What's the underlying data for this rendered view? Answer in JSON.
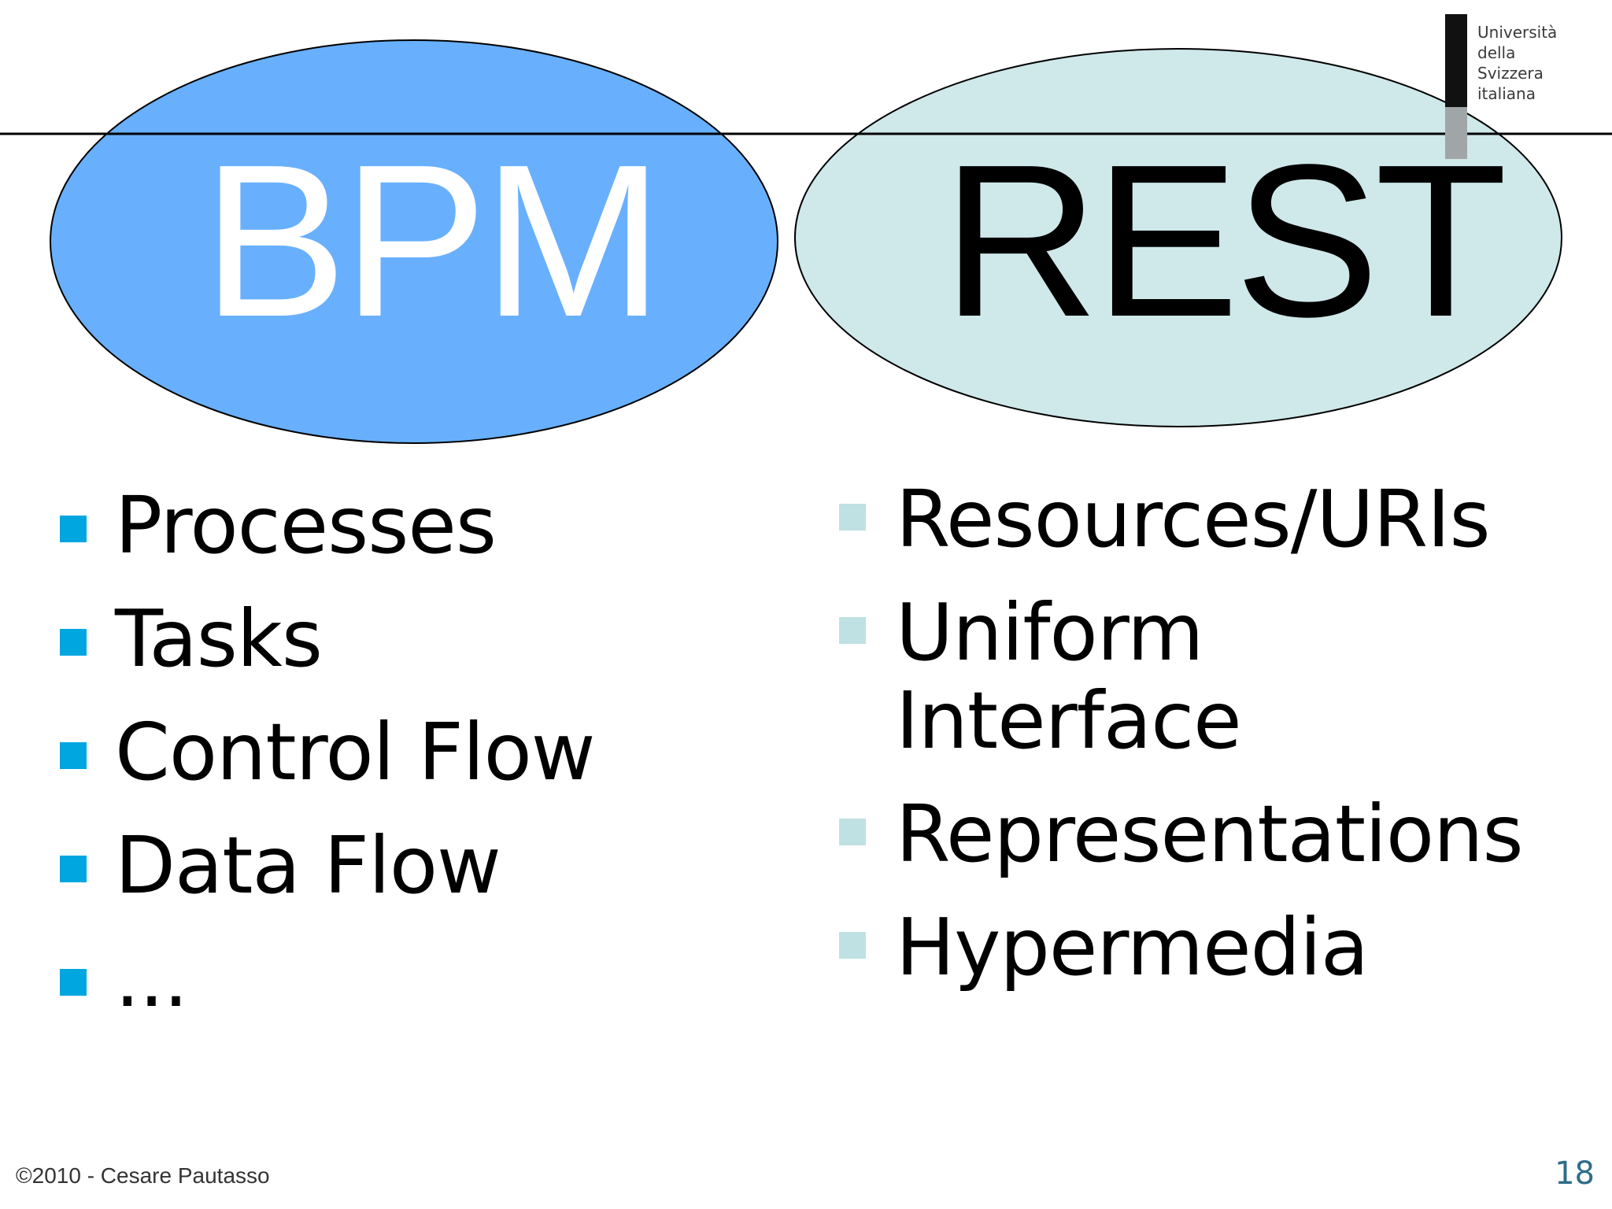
{
  "logo": {
    "lines": [
      "Università",
      "della",
      "Svizzera",
      "italiana"
    ]
  },
  "left": {
    "title": "BPM",
    "items": [
      "Processes",
      "Tasks",
      "Control Flow",
      "Data Flow",
      "..."
    ]
  },
  "right": {
    "title": "REST",
    "items": [
      "Resources/URIs",
      "Uniform Interface",
      "Representations",
      "Hypermedia"
    ]
  },
  "footer": {
    "copyright": "©2010 - Cesare Pautasso",
    "page_number": "18"
  },
  "colors": {
    "bpm_ellipse": "#68b0fd",
    "rest_ellipse": "#cfe8ea",
    "left_bullet": "#00a6e0",
    "right_bullet": "#bfe1e3",
    "page_number": "#2e6d8a"
  }
}
